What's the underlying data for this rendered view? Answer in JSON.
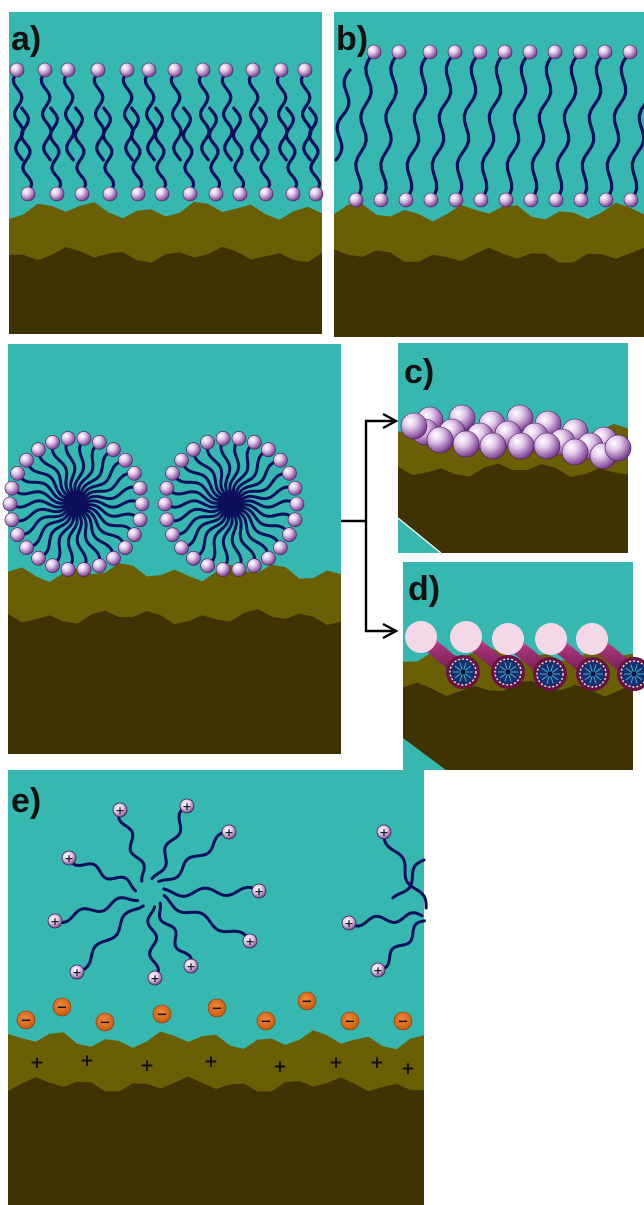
{
  "figure": {
    "panels": [
      {
        "id": "a",
        "label": "a)"
      },
      {
        "id": "b",
        "label": "b)"
      },
      {
        "id": "c",
        "label": "c)"
      },
      {
        "id": "d",
        "label": "d)"
      },
      {
        "id": "e",
        "label": "e)"
      }
    ],
    "surface_charge_symbol": "+",
    "counterion_symbol": "−"
  },
  "colors": {
    "water": "#36b8b0",
    "adsorbed_layer": "#6b5f05",
    "substrate": "#3f3304",
    "tail": "#0c0f5c",
    "head_purple": "#7d3a8f",
    "head_light": "#f1e4f6",
    "counterion": "#d4600f",
    "cylinder": "#8d1f5c",
    "arrow": "#000000"
  }
}
